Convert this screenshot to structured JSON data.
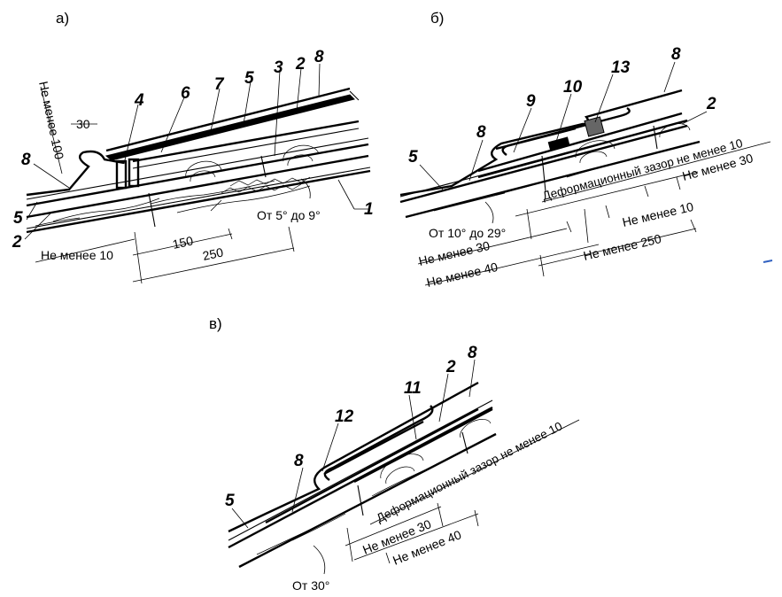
{
  "panels": {
    "a": {
      "letter": "а)",
      "labels": [
        "1",
        "2",
        "3",
        "4",
        "5",
        "6",
        "7",
        "8"
      ],
      "dims": {
        "overlap": "Не менее 100",
        "top": "30",
        "angle": "От 5° до 9°",
        "min10": "Не менее 10",
        "d150": "150",
        "d250": "250"
      }
    },
    "b": {
      "letter": "б)",
      "labels": [
        "2",
        "5",
        "8",
        "8",
        "9",
        "10",
        "13"
      ],
      "dims": {
        "gap": "Деформационный зазор не менее 10",
        "angle": "От 10° до 29°",
        "min30a": "Не менее 30",
        "min30b": "Не менее 30",
        "min10": "Не менее 10",
        "min40": "Не менее 40",
        "min250": "Не менее 250"
      }
    },
    "c": {
      "letter": "в)",
      "labels": [
        "2",
        "5",
        "8",
        "8",
        "11",
        "12"
      ],
      "dims": {
        "gap": "Деформационный зазор не менее 10",
        "min30": "Не менее 30",
        "min40": "Не менее 40",
        "angle": "От 30°"
      }
    }
  }
}
